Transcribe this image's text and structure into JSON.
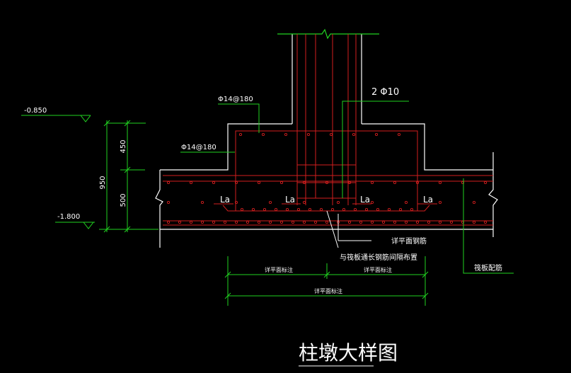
{
  "colors": {
    "background": "#000000",
    "concrete_outline": "#ffffff",
    "rebar": "#d21e1e",
    "dimension": "#21d221",
    "leader": "#ffffff"
  },
  "elevations": {
    "top": "-0.850",
    "bottom": "-1.800"
  },
  "dimensions": {
    "total": "950",
    "upper": "450",
    "lower": "500"
  },
  "labels": {
    "rebar_top": "Φ14@180",
    "rebar_side": "Φ14@180",
    "column_bars": "2 Φ10",
    "la": "La",
    "plan_rebar": "详平面钢筋",
    "raft_continuous": "与筏板通长钢筋间隔布置",
    "raft_reinforcement": "筏板配筋",
    "plan_dim_left": "详平面标注",
    "plan_dim_right": "详平面标注",
    "plan_dim_total": "详平面标注"
  },
  "title": "柱墩大样图"
}
